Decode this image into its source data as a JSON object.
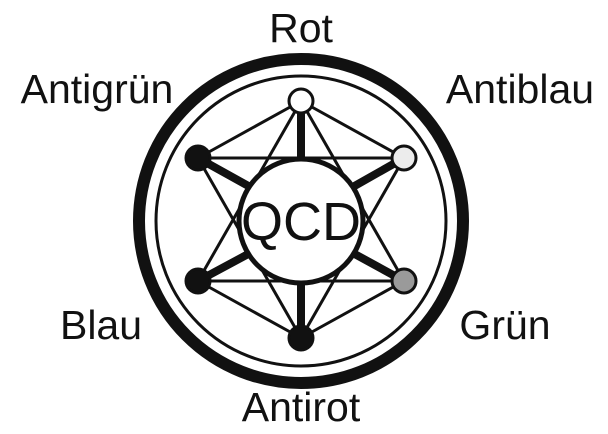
{
  "diagram": {
    "center_label": "QCD",
    "labels": {
      "top": "Rot",
      "top_right": "Antiblau",
      "bottom_right": "Grün",
      "bottom": "Antirot",
      "bottom_left": "Blau",
      "top_left": "Antigrün"
    },
    "node_colors": {
      "top": "#ffffff",
      "top_right": "#ececec",
      "bottom_right": "#9a9a9a",
      "bottom": "#111111",
      "bottom_left": "#111111",
      "top_left": "#111111"
    }
  }
}
